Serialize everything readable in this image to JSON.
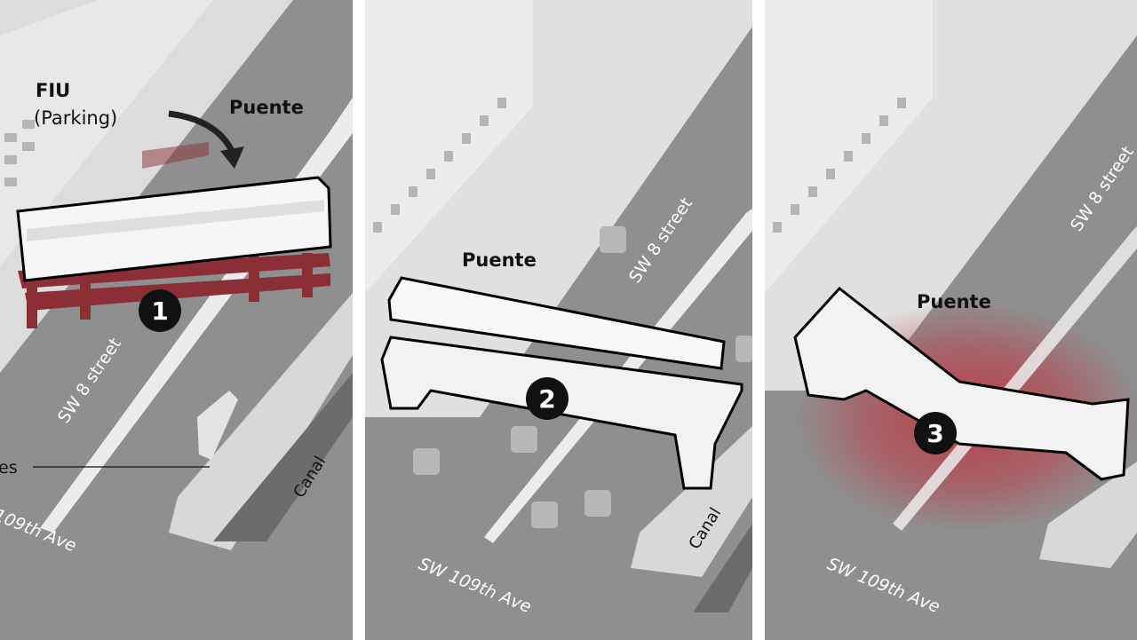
{
  "panels": [
    {
      "step": "1",
      "labels": {
        "campus": "FIU",
        "campus_sub": "(Parking)",
        "bridge": "Puente",
        "street": "SW 8 street",
        "avenue": "109th Ave",
        "side_note": "es",
        "canal": "Canal"
      }
    },
    {
      "step": "2",
      "labels": {
        "bridge": "Puente",
        "street": "SW 8 street",
        "avenue": "SW 109th Ave",
        "canal": "Canal"
      }
    },
    {
      "step": "3",
      "labels": {
        "bridge": "Puente",
        "street": "SW 8 street",
        "avenue": "SW 109th Ave"
      }
    }
  ],
  "colors": {
    "road": "#8f8f8f",
    "building": "#e6e6e6",
    "transporter": "#8b2e36",
    "collapse_glow": "#c0303a",
    "badge": "#111111"
  }
}
